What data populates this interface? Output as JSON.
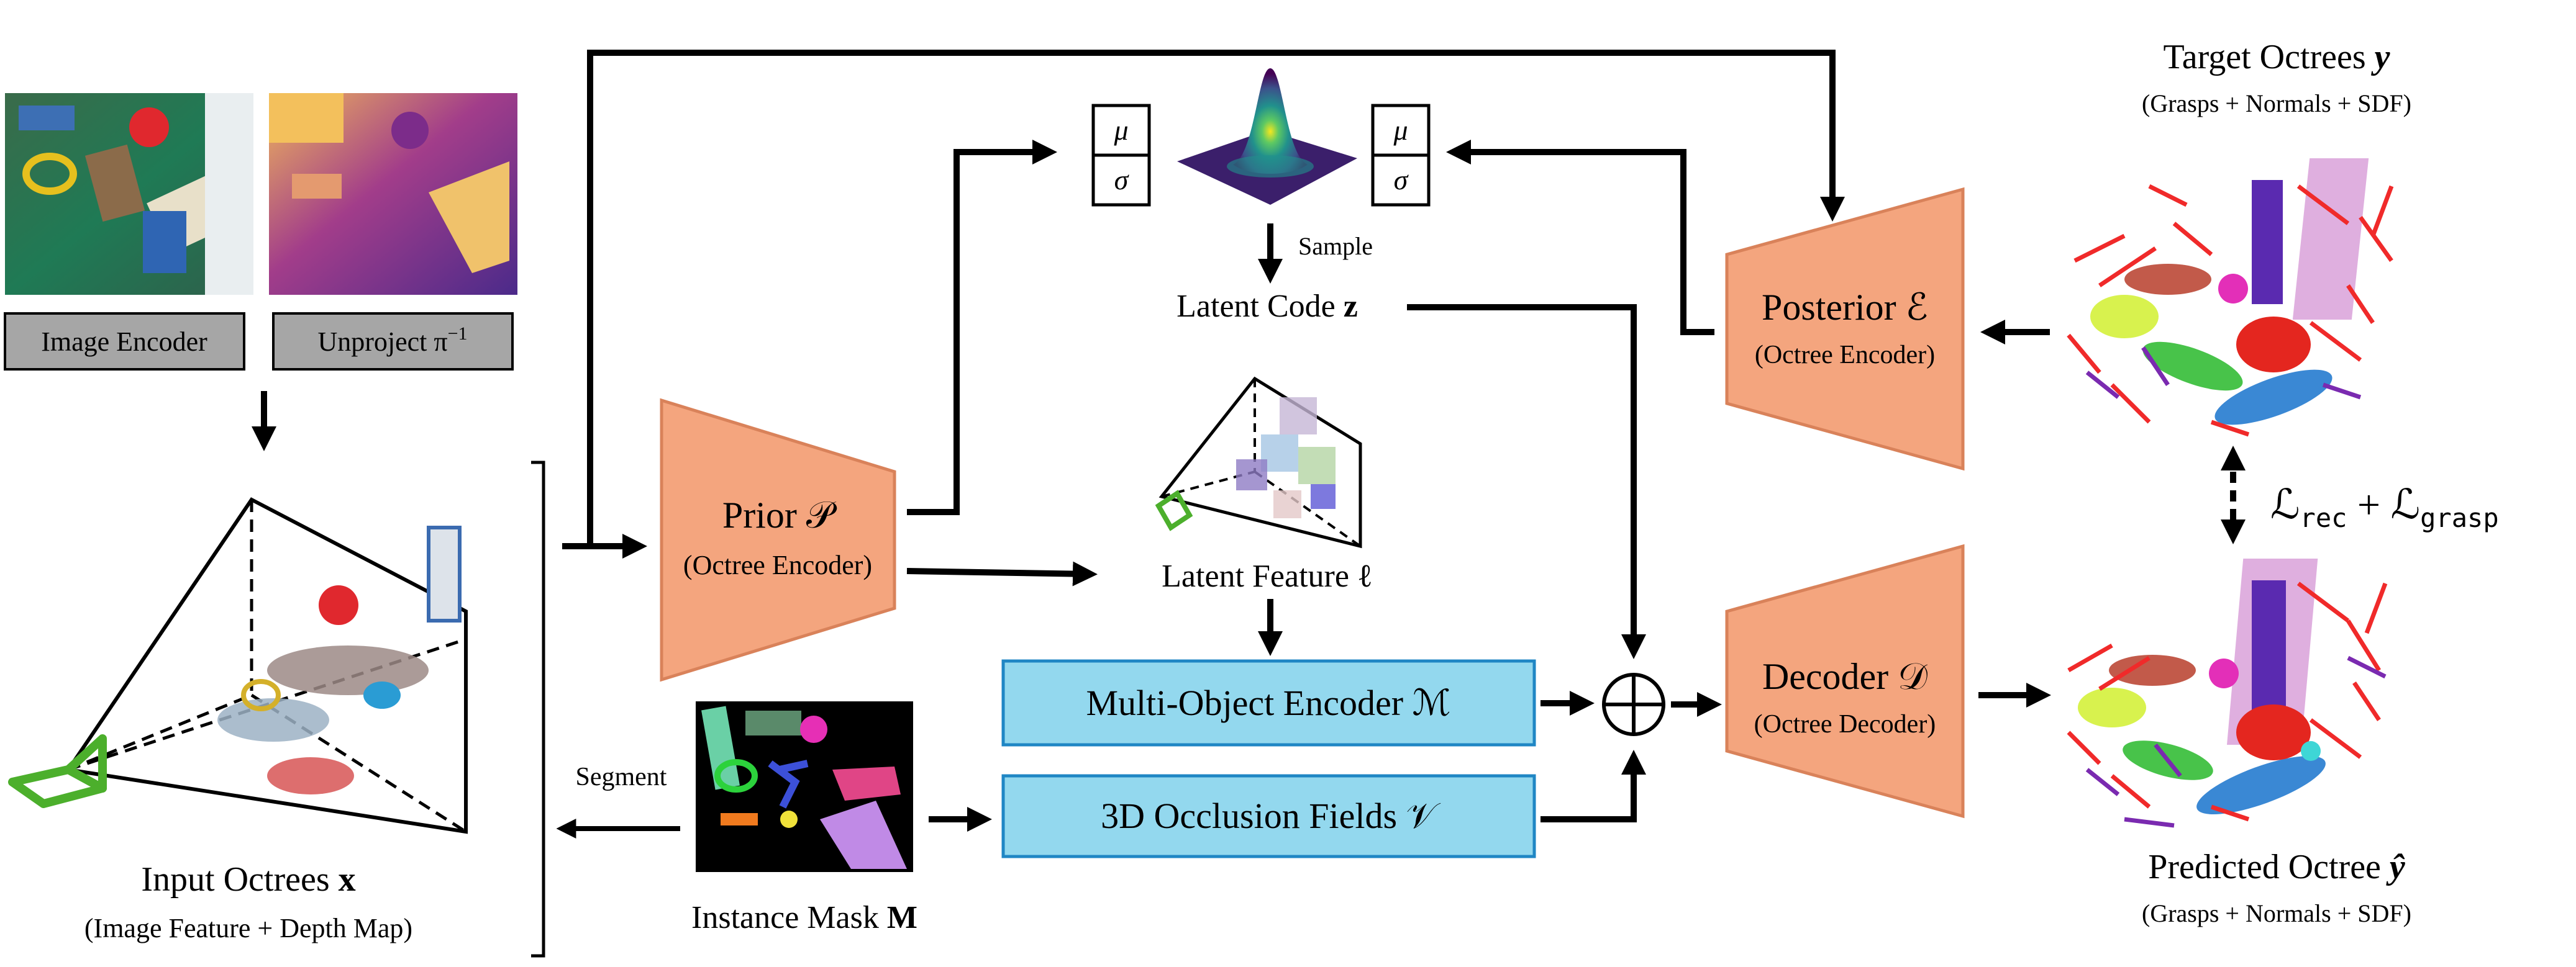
{
  "inputs": {
    "image_encoder_label": "Image Encoder",
    "unproject_label": "Unproject π",
    "unproject_sup": "−1",
    "input_octrees_title": "Input Octrees ",
    "input_octrees_symbol": "x",
    "input_octrees_subtitle": "(Image Feature + Depth Map)"
  },
  "prior": {
    "title": "Prior 𝒫",
    "subtitle": "(Octree Encoder)"
  },
  "latent": {
    "mu": "μ",
    "sigma": "σ",
    "sample_label": "Sample",
    "latent_code_label": "Latent Code ",
    "latent_code_symbol": "z",
    "latent_feature_label": "Latent Feature ℓ"
  },
  "multi_object_encoder": {
    "label": "Multi-Object Encoder ℳ"
  },
  "occlusion_fields": {
    "label": "3D Occlusion Fields 𝒱"
  },
  "segment": {
    "label": "Segment",
    "instance_mask_label": "Instance Mask ",
    "instance_mask_symbol": "M"
  },
  "combine": {
    "symbol": "⊕"
  },
  "posterior": {
    "title": "Posterior ℰ",
    "subtitle": "(Octree Encoder)"
  },
  "decoder": {
    "title": "Decoder 𝒟",
    "subtitle": "(Octree Decoder)"
  },
  "target": {
    "title": "Target Octrees ",
    "symbol": "y",
    "subtitle": "(Grasps + Normals + SDF)"
  },
  "loss": {
    "prefix": "ℒ",
    "rec": "rec",
    "plus": " + ℒ",
    "grasp": "grasp"
  },
  "predicted": {
    "title": "Predicted Octree ",
    "symbol": "ŷ",
    "subtitle": "(Grasps + Normals + SDF)"
  },
  "colors": {
    "trapezoid_fill": "#f4a57e",
    "trapezoid_stroke": "#d9825a",
    "blue_fill": "#93d8ee",
    "blue_stroke": "#1f86c4",
    "gray_fill": "#a6a6a6",
    "arrow": "#000000"
  }
}
